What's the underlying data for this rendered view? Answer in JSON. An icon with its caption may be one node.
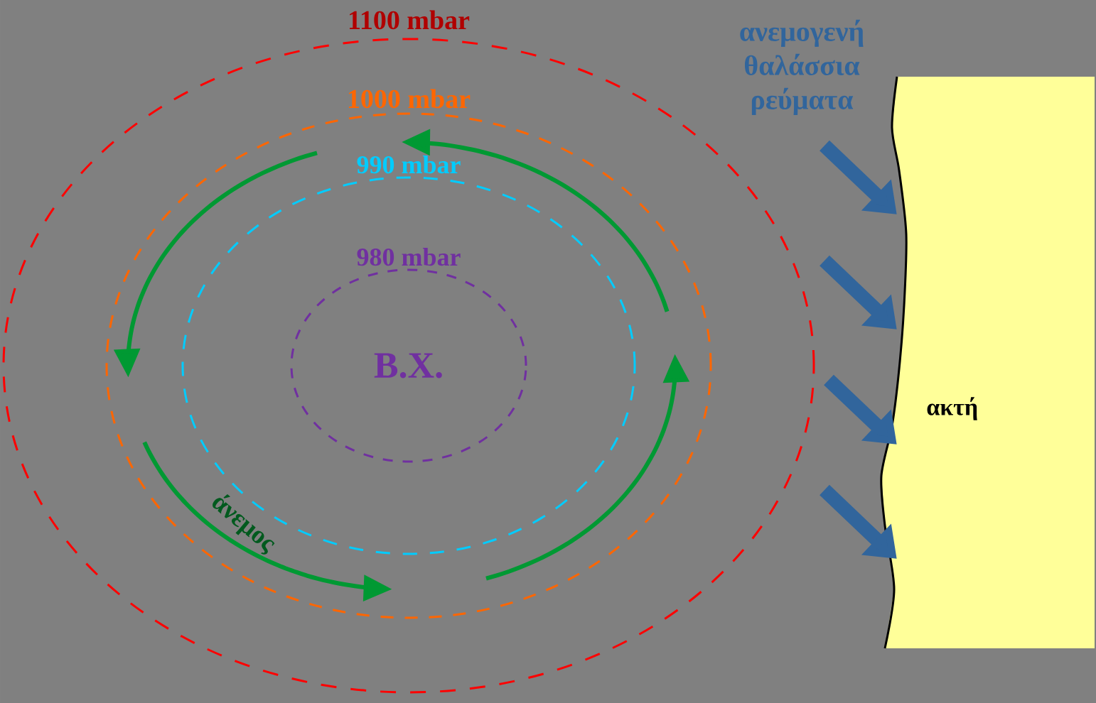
{
  "diagram": {
    "nodes": [
      {
        "text": [
          "1100 mbar"
        ]
      },
      {
        "text": [
          "1000 mbar"
        ],
        "in": 0
      },
      {
        "text": [
          "990 mbar"
        ],
        "in": 1
      },
      {
        "text": [
          "980 mbar",
          "Β.Χ."
        ],
        "in": 2
      },
      {
        "text": [
          "ακτή"
        ]
      }
    ],
    "edges": [
      {
        "from": null,
        "to": 4,
        "arrow": "to"
      },
      {
        "from": null,
        "to": 4,
        "arrow": "to"
      },
      {
        "from": null,
        "to": 4,
        "arrow": "to"
      },
      {
        "from": null,
        "to": 4,
        "arrow": "to"
      }
    ],
    "labels": [
      "ανεμογενή θαλάσσια ρεύματα",
      "άνεμος"
    ]
  }
}
